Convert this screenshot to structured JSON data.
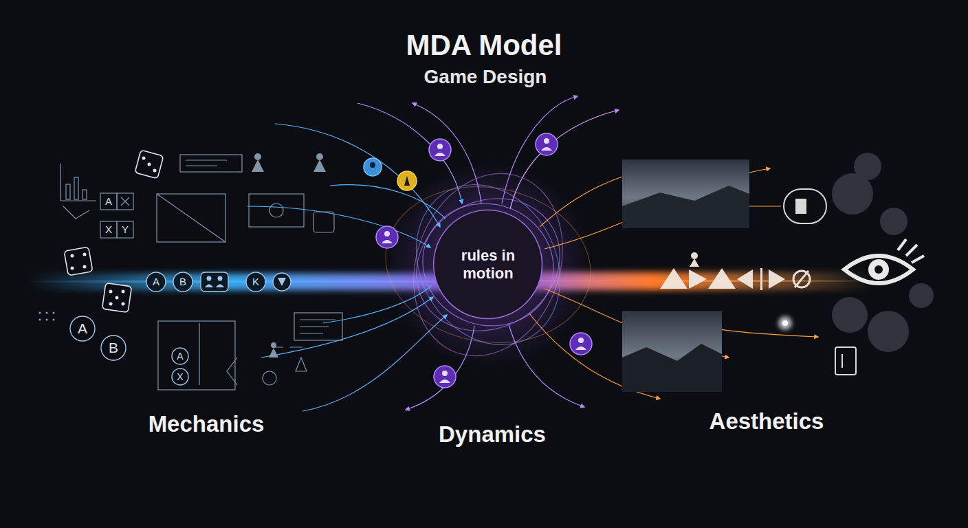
{
  "diagram": {
    "title": "MDA Model",
    "nodes": [
      {
        "text": [
          "rules in motion"
        ]
      }
    ],
    "labels": [
      "Game Design",
      "Mechanics",
      "Dynamics",
      "Aesthetics",
      "A",
      "X",
      "Y",
      "A",
      "B",
      "K",
      "A",
      "B",
      "A",
      "X"
    ]
  }
}
